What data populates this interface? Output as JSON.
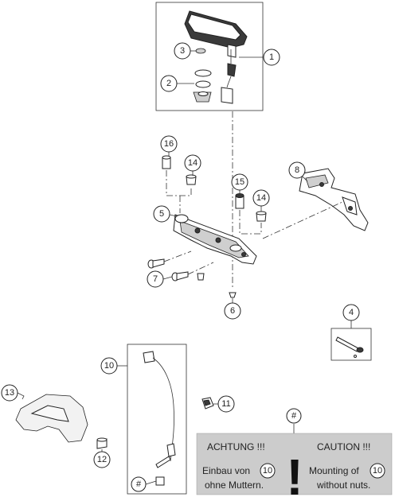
{
  "callouts": {
    "c1": "1",
    "c2": "2",
    "c3": "3",
    "c4": "4",
    "c5": "5",
    "c6": "6",
    "c7": "7",
    "c8": "8",
    "c10": "10",
    "c11": "11",
    "c12": "12",
    "c13": "13",
    "c14a": "14",
    "c14b": "14",
    "c15": "15",
    "c16": "16",
    "hash_box": "#",
    "hash_note": "#"
  },
  "notice": {
    "de_title": "ACHTUNG !!!",
    "en_title": "CAUTION !!!",
    "de_line1": "Einbau von",
    "de_ref": "10",
    "de_line2": "ohne Muttern.",
    "en_line1": "Mounting of",
    "en_ref": "10",
    "en_line2": "without nuts.",
    "symbol": "!"
  },
  "colors": {
    "notice_bg": "#cccccc",
    "line": "#333333"
  }
}
